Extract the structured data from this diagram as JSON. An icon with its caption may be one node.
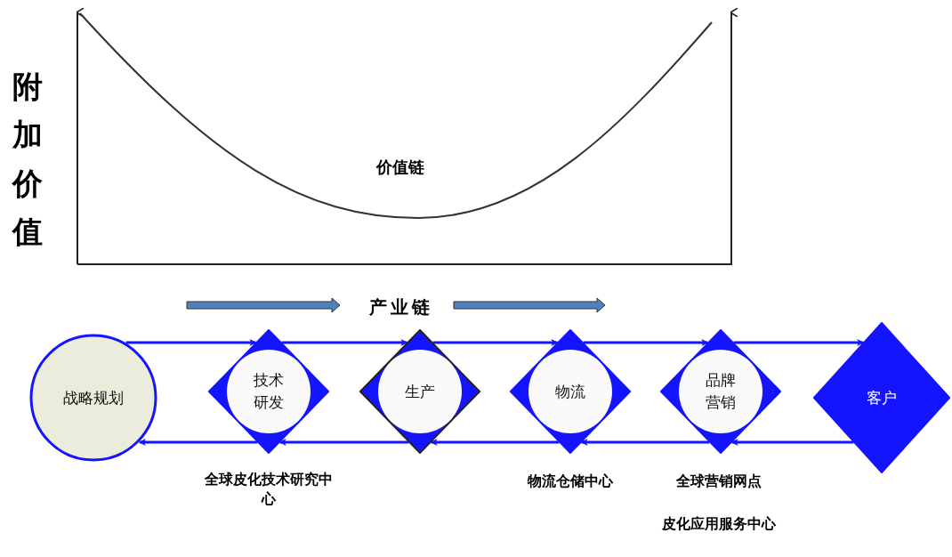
{
  "diagram": {
    "nodes": [
      {
        "text": [
          "战略规划"
        ]
      },
      {
        "text": [
          "技术研发"
        ],
        "beside": [
          "全球皮化技术研究中心"
        ]
      },
      {
        "text": [
          "生产"
        ]
      },
      {
        "text": [
          "物流"
        ],
        "beside": [
          "物流仓储中心"
        ]
      },
      {
        "text": [
          "品牌营销"
        ],
        "beside": [
          "全球营销网点",
          "皮化应用服务中心"
        ]
      },
      {
        "text": [
          "客户"
        ]
      }
    ],
    "edges": [
      {
        "from": 0,
        "to": 1,
        "arrow": "to"
      },
      {
        "from": 1,
        "to": 2,
        "arrow": "to"
      },
      {
        "from": 2,
        "to": 3,
        "arrow": "to"
      },
      {
        "from": 3,
        "to": 4,
        "arrow": "to"
      },
      {
        "from": 4,
        "to": 5,
        "arrow": "to"
      },
      {
        "from": 5,
        "to": 4,
        "arrow": "to"
      },
      {
        "from": 4,
        "to": 3,
        "arrow": "to"
      },
      {
        "from": 3,
        "to": 2,
        "arrow": "to"
      },
      {
        "from": 2,
        "to": 1,
        "arrow": "to"
      },
      {
        "from": 1,
        "to": 0,
        "arrow": "to"
      }
    ],
    "labels": [
      "附加价值",
      "价值链",
      "产业链"
    ]
  }
}
